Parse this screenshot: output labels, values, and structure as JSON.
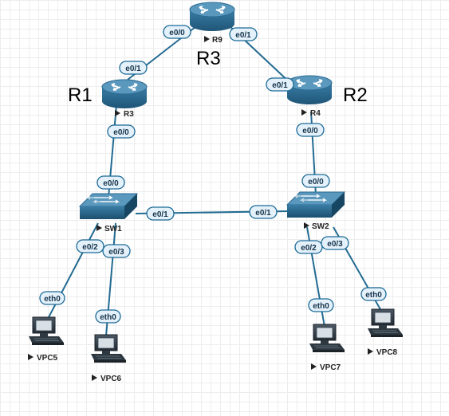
{
  "nodes": {
    "r9": {
      "label": "R9"
    },
    "r3": {
      "label": "R3"
    },
    "r4": {
      "label": "R4"
    },
    "sw1": {
      "label": "SW1"
    },
    "sw2": {
      "label": "SW2"
    },
    "vpc5": {
      "label": "VPC5"
    },
    "vpc6": {
      "label": "VPC6"
    },
    "vpc7": {
      "label": "VPC7"
    },
    "vpc8": {
      "label": "VPC8"
    }
  },
  "annotations": {
    "r1_text": "R1",
    "r2_text": "R2",
    "r3_text": "R3"
  },
  "ports": {
    "r9_to_r3": "e0/0",
    "r3_to_r9": "e0/1",
    "r9_to_r4": "e0/1",
    "r4_to_r9": "e0/1",
    "r3_to_sw1": "e0/0",
    "sw1_to_r3": "e0/0",
    "r4_to_sw2": "e0/0",
    "sw2_to_r4": "e0/0",
    "sw1_to_sw2": "e0/1",
    "sw2_to_sw1": "e0/1",
    "sw1_to_vpc5": "e0/2",
    "vpc5_to_sw1": "eth0",
    "sw1_to_vpc6": "e0/3",
    "vpc6_to_sw1": "eth0",
    "sw2_to_vpc7": "e0/2",
    "vpc7_to_sw2": "eth0",
    "sw2_to_vpc8": "e0/3",
    "vpc8_to_sw2": "eth0"
  },
  "colors": {
    "link": "#236b92",
    "device_body": "#2d6f95",
    "device_top": "#5b98bd",
    "port_fill": "#e4f1fa",
    "port_border": "#1c6a96"
  },
  "icons": {
    "router": "router-icon",
    "switch": "switch-icon",
    "pc": "pc-icon"
  }
}
